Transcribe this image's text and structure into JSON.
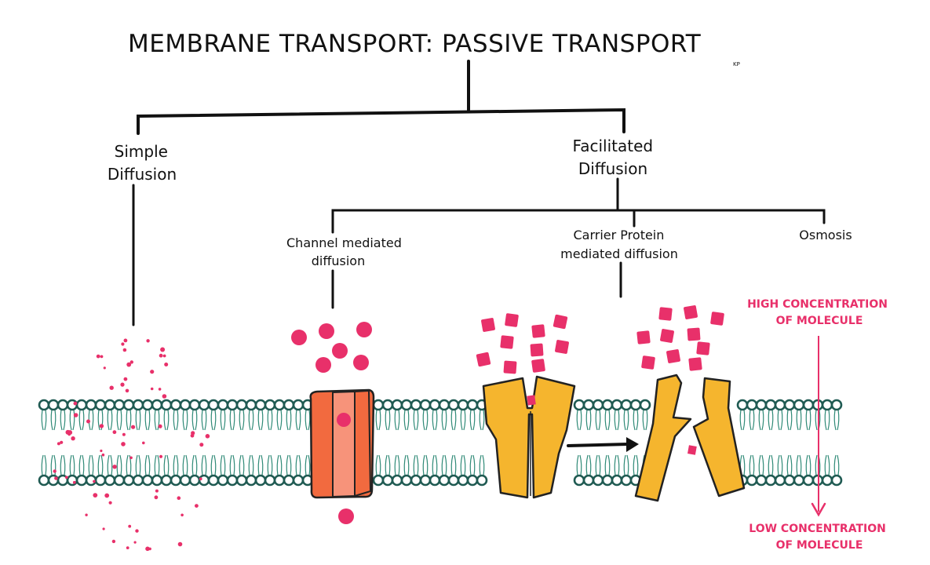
{
  "title": "MEMBRANE TRANSPORT: PASSIVE TRANSPORT",
  "signature": "KP",
  "branches": {
    "simple_diffusion": [
      "Simple",
      "Diffusion"
    ],
    "facilitated_diffusion": [
      "Facilitated",
      "Diffusion"
    ]
  },
  "sub_branches": {
    "channel": [
      "Channel mediated",
      "diffusion"
    ],
    "carrier": [
      "Carrier Protein",
      "mediated diffusion"
    ],
    "osmosis": "Osmosis"
  },
  "gradient": {
    "high": [
      "HIGH CONCENTRATION",
      "OF MOLECULE"
    ],
    "low": [
      "LOW CONCENTRATION",
      "OF MOLECULE"
    ]
  },
  "colors": {
    "molecule": "#e8306a",
    "membrane_head": "#1f5a52",
    "membrane_tail": "#2f8a77",
    "channel_protein": "#f26a3f",
    "channel_protein_light": "#f7937a",
    "carrier_protein": "#f5b52e",
    "gradient_text": "#e8306a"
  },
  "icons": [
    "molecule-dot",
    "square-molecule",
    "channel-protein",
    "carrier-protein",
    "arrow-right-icon",
    "arrow-down-icon"
  ]
}
